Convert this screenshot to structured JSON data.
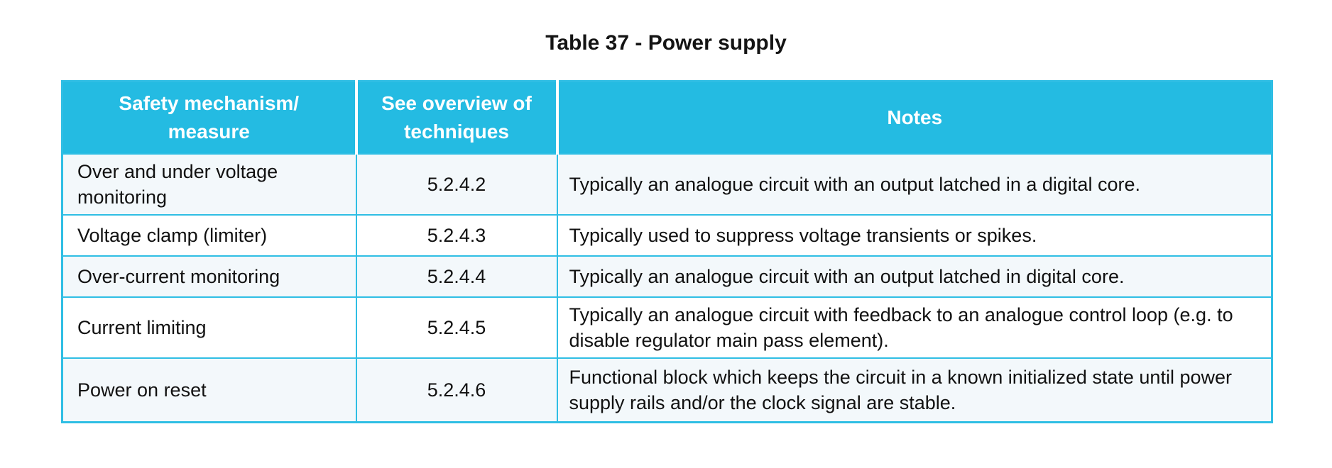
{
  "caption": "Table 37 - Power supply",
  "colors": {
    "header_bg": "#24BBE2",
    "header_text": "#FFFFFF",
    "grid_line": "#2FBEE4",
    "row_alt_bg": "#F3F8FB",
    "row_bg": "#FFFFFF",
    "body_text": "#111111",
    "page_bg": "#FFFFFF"
  },
  "table": {
    "headers": [
      {
        "label": "Safety mechanism/\nmeasure"
      },
      {
        "label": "See overview of\ntechniques"
      },
      {
        "label": "Notes"
      }
    ],
    "rows": [
      {
        "mechanism": "Over and under voltage monitoring",
        "reference": "5.2.4.2",
        "note": "Typically an analogue circuit with an output latched in a digital core."
      },
      {
        "mechanism": "Voltage clamp (limiter)",
        "reference": "5.2.4.3",
        "note": "Typically used to suppress voltage transients or spikes."
      },
      {
        "mechanism": "Over-current monitoring",
        "reference": "5.2.4.4",
        "note": "Typically an analogue circuit with an output latched in digital core."
      },
      {
        "mechanism": "Current limiting",
        "reference": "5.2.4.5",
        "note": "Typically an analogue circuit with feedback to an analogue control loop (e.g. to disable regulator main pass element)."
      },
      {
        "mechanism": "Power on reset",
        "reference": "5.2.4.6",
        "note": "Functional block which keeps the circuit in a known initialized state until power supply rails and/or the clock signal are stable."
      }
    ]
  }
}
